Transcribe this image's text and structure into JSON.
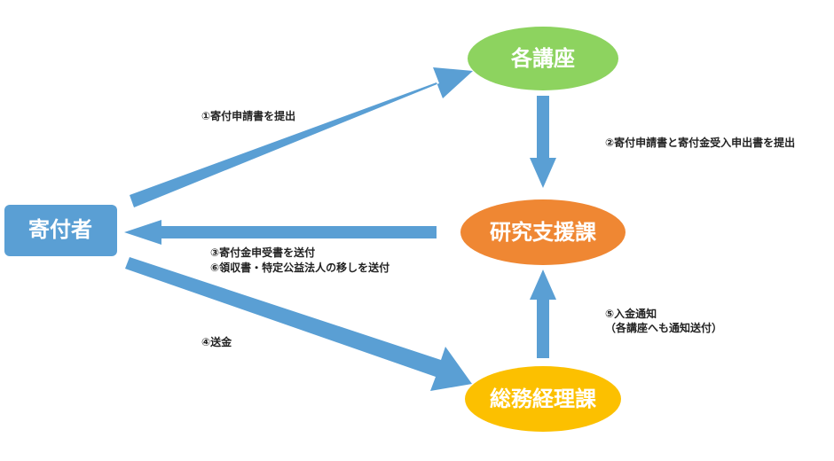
{
  "nodes": {
    "donor": "寄付者",
    "department": "各講座",
    "research_support": "研究支援課",
    "general_affairs": "総務経理課"
  },
  "steps": {
    "step1": "①寄付申請書を提出",
    "step2": "②寄付申請書と寄付金受入申出書を提出",
    "step3": "③寄付金申受書を送付",
    "step6": "⑥領収書・特定公益法人の移しを送付",
    "step4": "④送金",
    "step5_line1": "⑤入金通知",
    "step5_line2": "（各講座へも通知送付）"
  },
  "colors": {
    "arrow": "#5a9fd4",
    "donor_box": "#5a9fd4",
    "department": "#8dd35f",
    "research_support": "#ef8733",
    "general_affairs": "#fcc000"
  }
}
